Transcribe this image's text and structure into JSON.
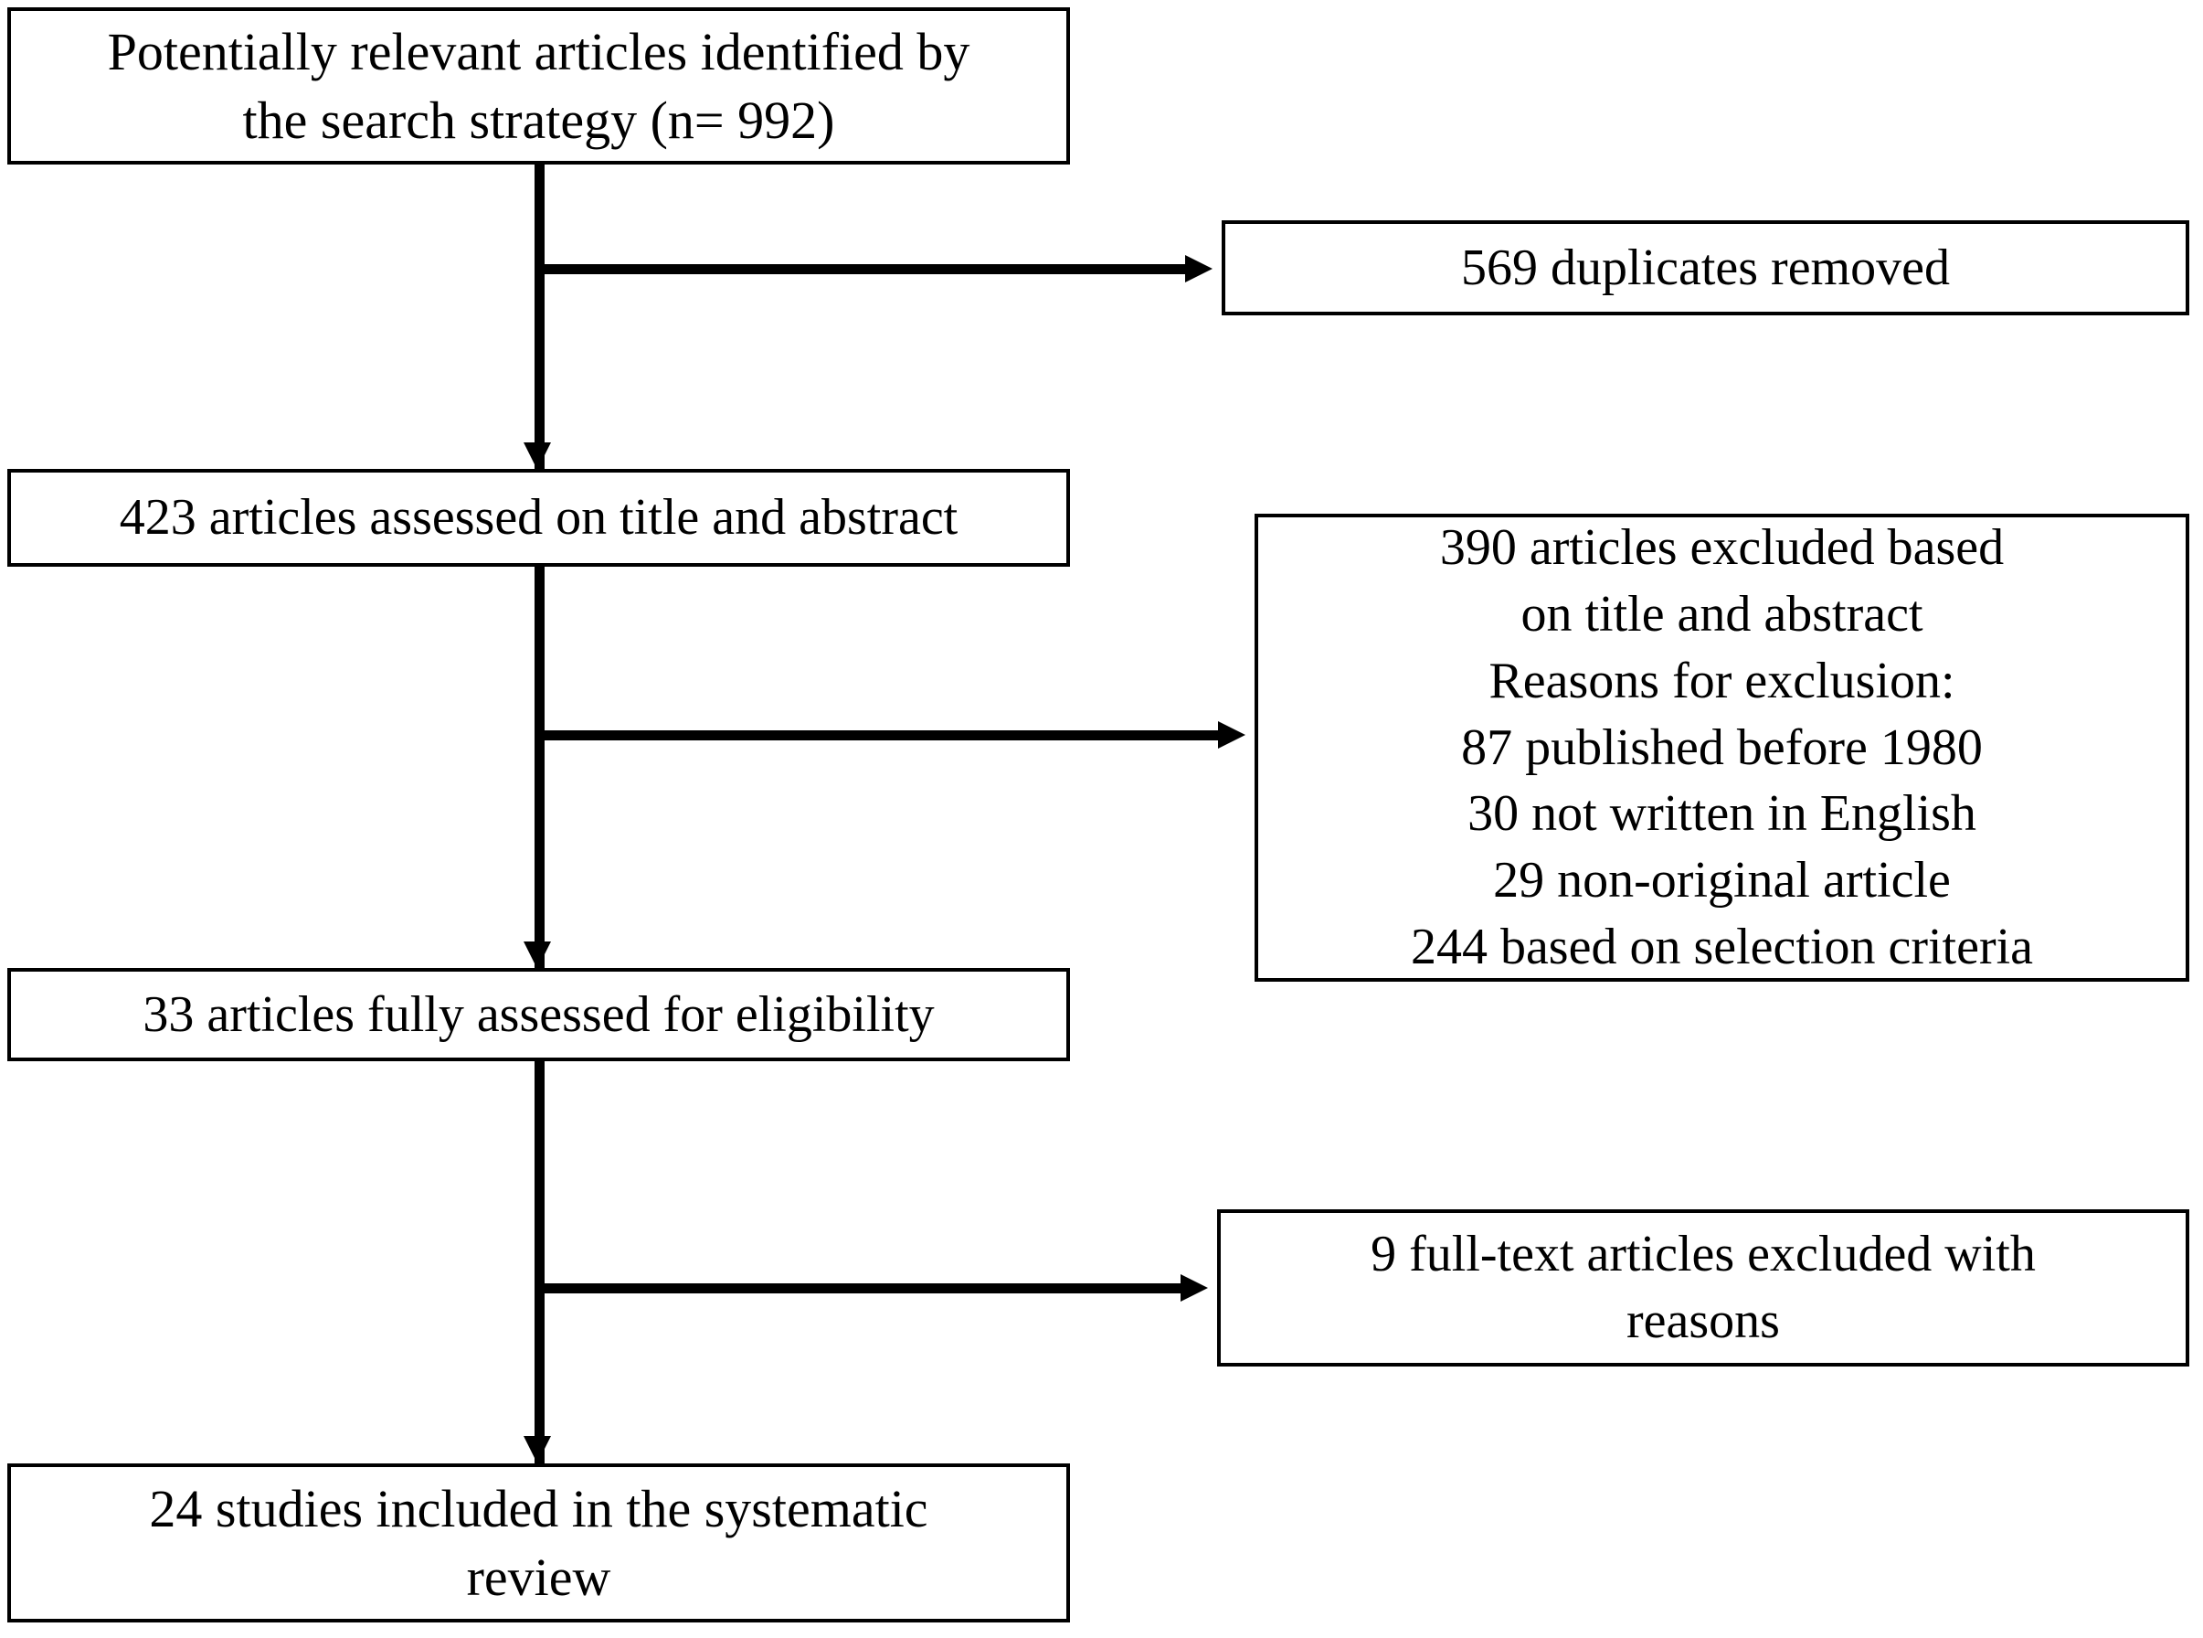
{
  "diagram": {
    "type": "prisma-flow-diagram",
    "orientation": "vertical",
    "background_color": "#ffffff",
    "line_color": "#000000",
    "text_color": "#000000",
    "nodes": {
      "identified": {
        "id": "identified",
        "text": "Potentially relevant articles identified by\nthe search strategy (n= 992)",
        "count": 992,
        "stage": "identification"
      },
      "duplicates_removed": {
        "id": "duplicates_removed",
        "text": "569 duplicates removed",
        "count": 569,
        "stage": "screening-exclusion"
      },
      "assessed_title_abstract": {
        "id": "assessed_title_abstract",
        "text": "423 articles assessed on title and abstract",
        "count": 423,
        "stage": "screening"
      },
      "excluded_title_abstract": {
        "id": "excluded_title_abstract",
        "text": "390 articles excluded based\non title and abstract\nReasons for exclusion:\n87 published before 1980\n30 not written in English\n29 non-original article\n244 based on selection criteria",
        "count": 390,
        "stage": "screening-exclusion",
        "reasons": [
          {
            "label": "published before 1980",
            "count": 87
          },
          {
            "label": "not written in English",
            "count": 30
          },
          {
            "label": "non-original article",
            "count": 29
          },
          {
            "label": "based on selection criteria",
            "count": 244
          }
        ]
      },
      "eligibility": {
        "id": "eligibility",
        "text": "33 articles fully assessed for eligibility",
        "count": 33,
        "stage": "eligibility"
      },
      "fulltext_excluded": {
        "id": "fulltext_excluded",
        "text": "9 full-text articles excluded with\nreasons",
        "count": 9,
        "stage": "eligibility-exclusion"
      },
      "included": {
        "id": "included",
        "text": "24 studies included in the systematic\nreview",
        "count": 24,
        "stage": "included"
      }
    },
    "edges": [
      {
        "from": "identified",
        "to": "assessed_title_abstract",
        "kind": "vertical-arrow"
      },
      {
        "from": "identified",
        "to": "duplicates_removed",
        "kind": "branch-right-arrow"
      },
      {
        "from": "assessed_title_abstract",
        "to": "eligibility",
        "kind": "vertical-arrow"
      },
      {
        "from": "assessed_title_abstract",
        "to": "excluded_title_abstract",
        "kind": "branch-right-arrow"
      },
      {
        "from": "eligibility",
        "to": "included",
        "kind": "vertical-arrow"
      },
      {
        "from": "eligibility",
        "to": "fulltext_excluded",
        "kind": "branch-right-arrow"
      }
    ]
  }
}
